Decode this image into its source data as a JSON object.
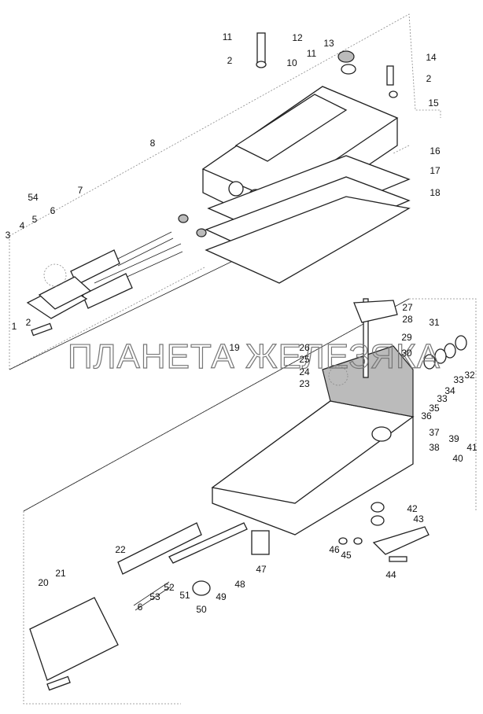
{
  "watermark": "ПЛАНЕТА ЖЕЛЕЗЯКА",
  "callouts": [
    "11",
    "12",
    "13",
    "10",
    "11",
    "2",
    "14",
    "2",
    "15",
    "8",
    "16",
    "17",
    "18",
    "54",
    "7",
    "6",
    "5",
    "4",
    "3",
    "1",
    "2",
    "27",
    "28",
    "31",
    "19",
    "29",
    "26",
    "30",
    "25",
    "24",
    "23",
    "32",
    "33",
    "34",
    "33",
    "35",
    "36",
    "37",
    "38",
    "39",
    "41",
    "40",
    "42",
    "43",
    "22",
    "47",
    "46",
    "45",
    "44",
    "21",
    "20",
    "48",
    "49",
    "50",
    "51",
    "52",
    "53",
    "6"
  ]
}
